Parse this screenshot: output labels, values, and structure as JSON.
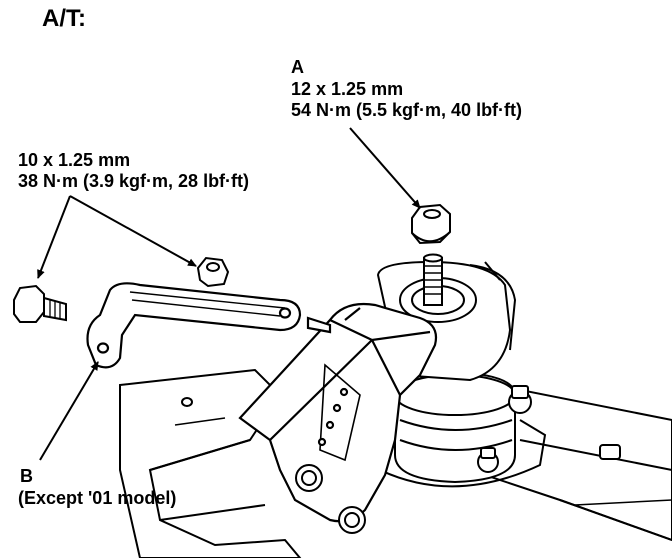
{
  "title": "A/T:",
  "callout_a": {
    "letter": "A",
    "size": "12 x 1.25 mm",
    "torque": "54 N·m (5.5 kgf·m, 40 lbf·ft)"
  },
  "callout_bolts": {
    "size": "10 x 1.25 mm",
    "torque": "38 N·m (3.9 kgf·m, 28 lbf·ft)"
  },
  "callout_b": {
    "letter": "B",
    "note": "(Except '01 model)"
  }
}
